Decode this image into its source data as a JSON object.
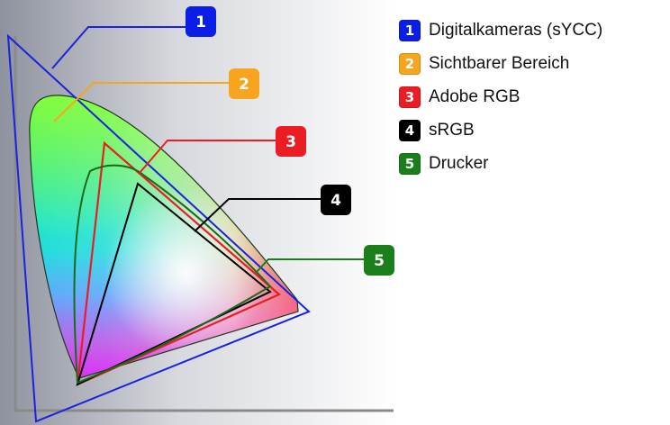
{
  "colors": {
    "sycc": "#0a1ee6",
    "visible": "#f7a51f",
    "adobe": "#ec1c24",
    "srgb": "#000000",
    "printer": "#1a7f1a"
  },
  "legend": {
    "items": [
      {
        "number": "1",
        "label": "Digitalkameras (sYCC)",
        "color_key": "sycc"
      },
      {
        "number": "2",
        "label": "Sichtbarer Bereich",
        "color_key": "visible"
      },
      {
        "number": "3",
        "label": "Adobe RGB",
        "color_key": "adobe"
      },
      {
        "number": "4",
        "label": "sRGB",
        "color_key": "srgb"
      },
      {
        "number": "5",
        "label": "Drucker",
        "color_key": "printer"
      }
    ]
  },
  "callouts": [
    {
      "number": "1",
      "color_key": "sycc"
    },
    {
      "number": "2",
      "color_key": "visible"
    },
    {
      "number": "3",
      "color_key": "adobe"
    },
    {
      "number": "4",
      "color_key": "srgb"
    },
    {
      "number": "5",
      "color_key": "printer"
    }
  ]
}
